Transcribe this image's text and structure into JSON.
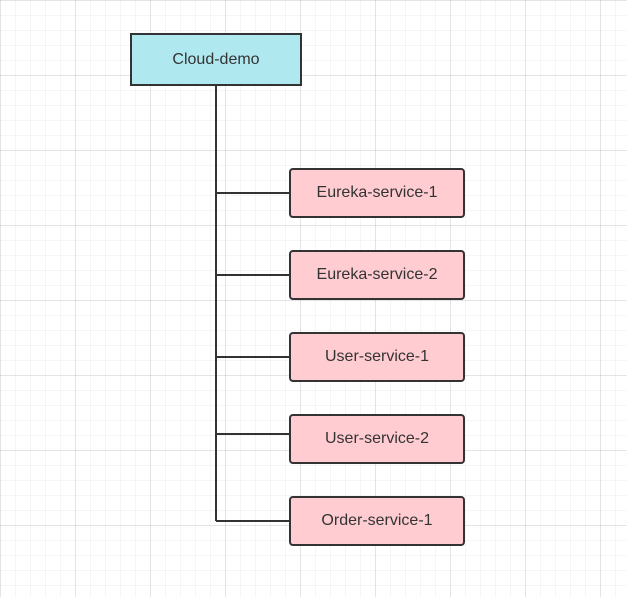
{
  "diagram": {
    "root": {
      "label": "Cloud-demo",
      "fill": "#b0e8f0"
    },
    "children": [
      {
        "label": "Eureka-service-1"
      },
      {
        "label": "Eureka-service-2"
      },
      {
        "label": "User-service-1"
      },
      {
        "label": "User-service-2"
      },
      {
        "label": "Order-service-1"
      }
    ],
    "child_fill": "#ffccd2",
    "stroke": "#333333",
    "grid": true
  }
}
